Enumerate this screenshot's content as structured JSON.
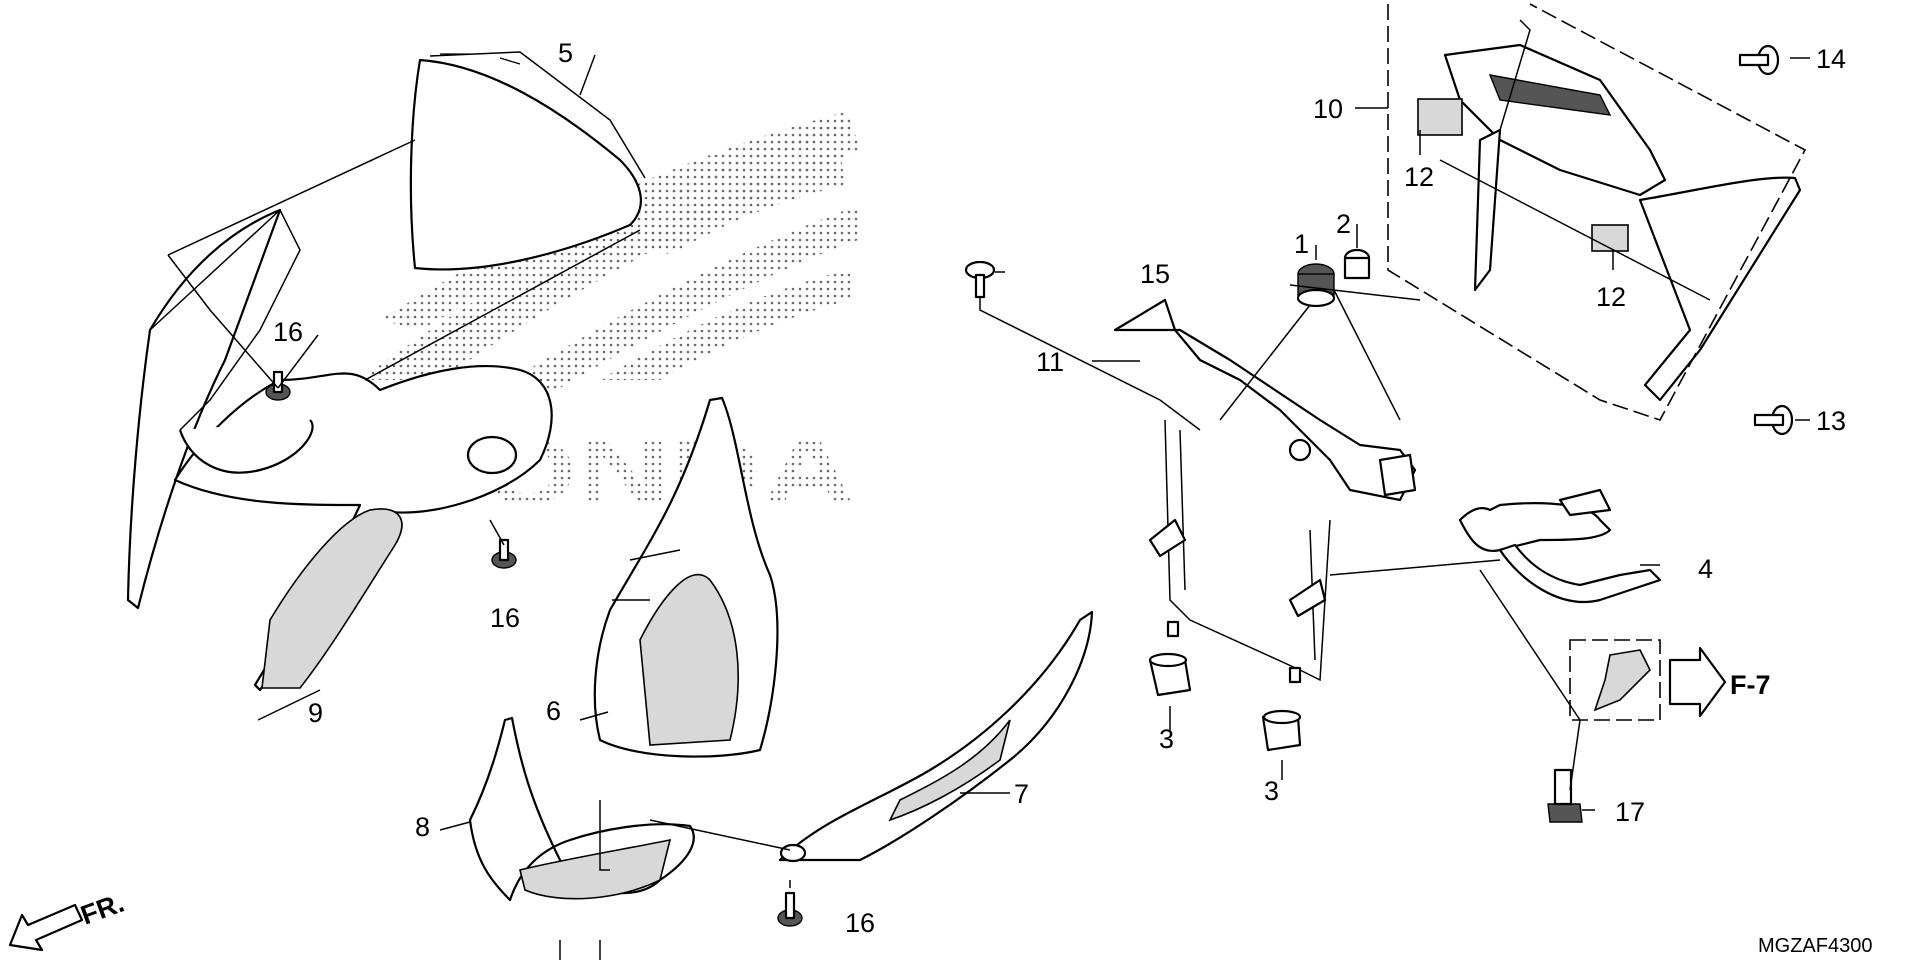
{
  "diagram_code": "MGZAF4300",
  "brand_watermark": "HONDA",
  "front_indicator": "FR.",
  "section_ref": "F-7",
  "callouts": [
    "1",
    "2",
    "3",
    "3",
    "4",
    "5",
    "6",
    "7",
    "8",
    "9",
    "10",
    "11",
    "12",
    "12",
    "13",
    "14",
    "15",
    "16",
    "16",
    "16",
    "17"
  ]
}
